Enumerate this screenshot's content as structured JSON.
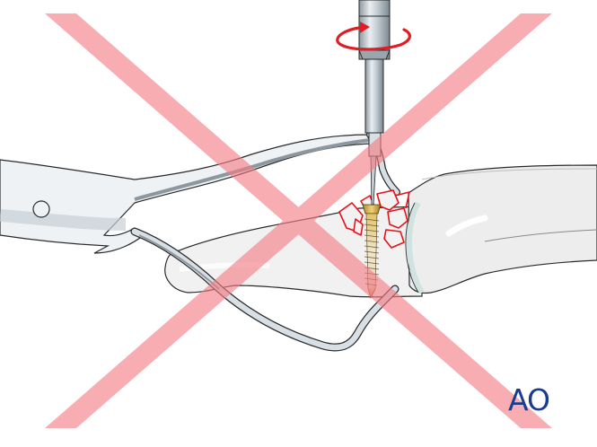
{
  "figure": {
    "description": "Contraindicated technique: lag screw fixation of comminuted phalangeal base fracture while held with pointed reduction forceps",
    "status": "incorrect",
    "elements": [
      "screwdriver-with-rotation-arrow",
      "pointed-reduction-forceps",
      "proximal-phalanx",
      "middle-phalanx",
      "comminuted-fracture-fragments",
      "cortical-screw",
      "red-cross-overlay"
    ]
  },
  "logo": {
    "text": "AO"
  },
  "colors": {
    "cross": "#f7a1a6",
    "fracture_lines": "#e8121b",
    "rotation_arrow": "#e01d25",
    "screw_head": "#d7b34a",
    "screw_tip": "#d8733a",
    "logo": "#1a3c8f",
    "bone": "#f0f0f0",
    "bone_outline": "#2a2a2a",
    "instrument_light": "#eef2f5",
    "instrument_mid": "#b9c3ca",
    "instrument_dark": "#7d8a93",
    "cartilage": "#d6e8e6"
  }
}
